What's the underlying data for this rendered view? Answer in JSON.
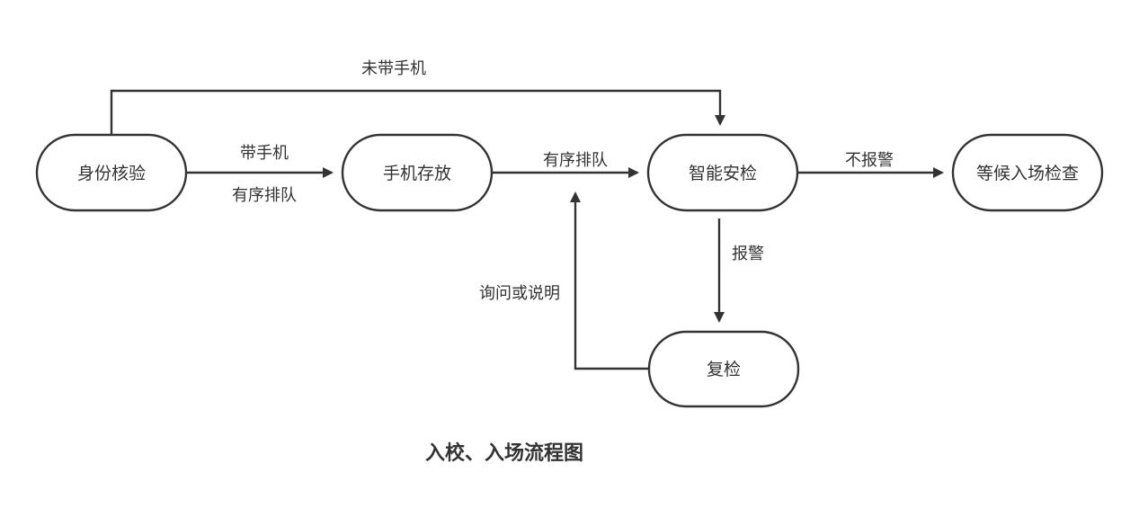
{
  "diagram": {
    "title": "入校、入场流程图",
    "colors": {
      "stroke": "#333333",
      "text": "#333333",
      "fill": "#ffffff"
    },
    "nodes": [
      {
        "id": "id_check",
        "label": "身份核验"
      },
      {
        "id": "phone_storage",
        "label": "手机存放"
      },
      {
        "id": "smart_security",
        "label": "智能安检"
      },
      {
        "id": "wait_entry",
        "label": "等候入场检查"
      },
      {
        "id": "recheck",
        "label": "复检"
      }
    ],
    "edges": [
      {
        "from": "id_check",
        "to": "smart_security",
        "label": "未带手机"
      },
      {
        "from": "id_check",
        "to": "phone_storage",
        "label": "带手机",
        "label2": "有序排队"
      },
      {
        "from": "phone_storage",
        "to": "smart_security",
        "label": "有序排队"
      },
      {
        "from": "smart_security",
        "to": "wait_entry",
        "label": "不报警"
      },
      {
        "from": "smart_security",
        "to": "recheck",
        "label": "报警"
      },
      {
        "from": "recheck",
        "to": "smart_security",
        "label": "询问或说明"
      }
    ]
  }
}
